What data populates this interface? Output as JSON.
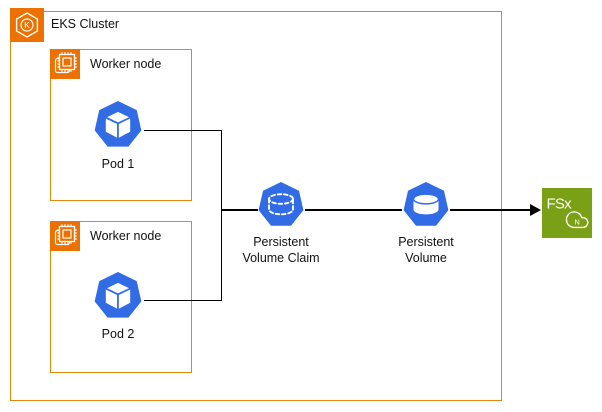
{
  "cluster": {
    "label": "EKS Cluster"
  },
  "workers": [
    {
      "label": "Worker node"
    },
    {
      "label": "Worker node"
    }
  ],
  "pods": [
    {
      "label": "Pod 1"
    },
    {
      "label": "Pod 2"
    }
  ],
  "pvc": {
    "line1": "Persistent",
    "line2": "Volume Claim"
  },
  "pv": {
    "line1": "Persistent",
    "line2": "Volume"
  },
  "fsx": {
    "label": "FSx",
    "cloud_letter": "N"
  },
  "eks_badge_letter": "K",
  "icons": {
    "eks": "eks-hexagon-k-icon",
    "worker": "ec2-instance-chip-icon",
    "pod": "k8s-pod-cube-icon",
    "pvc": "k8s-dashed-cylinder-icon",
    "pv": "k8s-cylinder-icon",
    "fsx": "fsx-netapp-ontap-icon"
  },
  "colors": {
    "aws_orange": "#ED7100",
    "border_orange": "#E0890D",
    "k8s_blue": "#326CE5",
    "fsx_green": "#7AA116",
    "line": "#000000",
    "text": "#111111"
  }
}
